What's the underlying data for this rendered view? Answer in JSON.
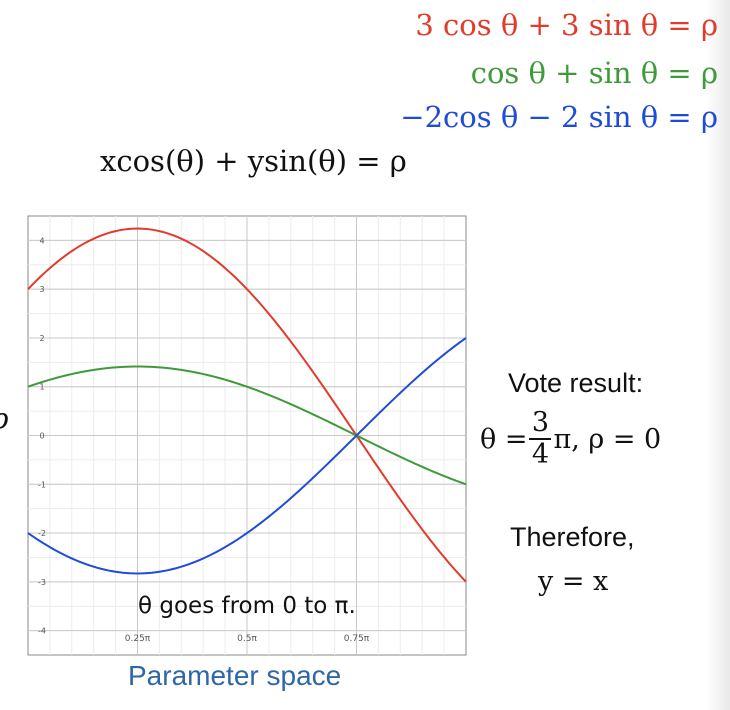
{
  "equations": {
    "red": "3 cos θ + 3 sin θ = ρ",
    "green": "cos θ + sin θ = ρ",
    "blue": "−2cos θ − 2 sin θ = ρ",
    "main": "xcos(θ) + ysin(θ) = ρ",
    "rho_label": "ρ"
  },
  "annotations": {
    "theta_range": "θ goes from 0 to π.",
    "parameter_space": "Parameter space"
  },
  "vote": {
    "title": "Vote result:",
    "lhs": "θ =",
    "numerator": "3",
    "denominator": "4",
    "rhs": "π, ρ = 0",
    "therefore": "Therefore,",
    "conclusion": "y = x"
  },
  "colors": {
    "red": "#e23b2b",
    "green": "#3f9a3a",
    "blue": "#1e4bd8",
    "title_blue": "#2e66a8",
    "grid_major": "#c8c8c8",
    "grid_minor": "#ececec"
  },
  "chart_data": {
    "type": "line",
    "title": "",
    "xlabel": "",
    "ylabel": "",
    "xlim": [
      0,
      1
    ],
    "ylim": [
      -4.5,
      4.5
    ],
    "x_unit": "π",
    "x_ticks": [
      0.25,
      0.5,
      0.75
    ],
    "x_tick_labels": [
      "0.25π",
      "0.5π",
      "0.75π"
    ],
    "y_ticks": [
      -4,
      -3,
      -2,
      -1,
      0,
      1,
      2,
      3,
      4
    ],
    "y_tick_labels": [
      "-4",
      "-3",
      "-2",
      "-1",
      "0",
      "1",
      "2",
      "3",
      "4"
    ],
    "grid": true,
    "series": [
      {
        "color": "#e23b2b",
        "a": 3,
        "b": 3,
        "x": [
          0,
          0.125,
          0.25,
          0.375,
          0.5,
          0.625,
          0.75,
          0.875,
          1
        ],
        "values": [
          3,
          3.92,
          4.24,
          3.92,
          3,
          1.62,
          0,
          -1.62,
          -3
        ]
      },
      {
        "color": "#3f9a3a",
        "a": 1,
        "b": 1,
        "x": [
          0,
          0.125,
          0.25,
          0.375,
          0.5,
          0.625,
          0.75,
          0.875,
          1
        ],
        "values": [
          1,
          1.31,
          1.41,
          1.31,
          1,
          0.54,
          0,
          -0.54,
          -1
        ]
      },
      {
        "color": "#1e4bd8",
        "a": -2,
        "b": -2,
        "x": [
          0,
          0.125,
          0.25,
          0.375,
          0.5,
          0.625,
          0.75,
          0.875,
          1
        ],
        "values": [
          -2,
          -2.61,
          -2.83,
          -2.61,
          -2,
          -1.08,
          0,
          1.08,
          2
        ]
      }
    ]
  }
}
